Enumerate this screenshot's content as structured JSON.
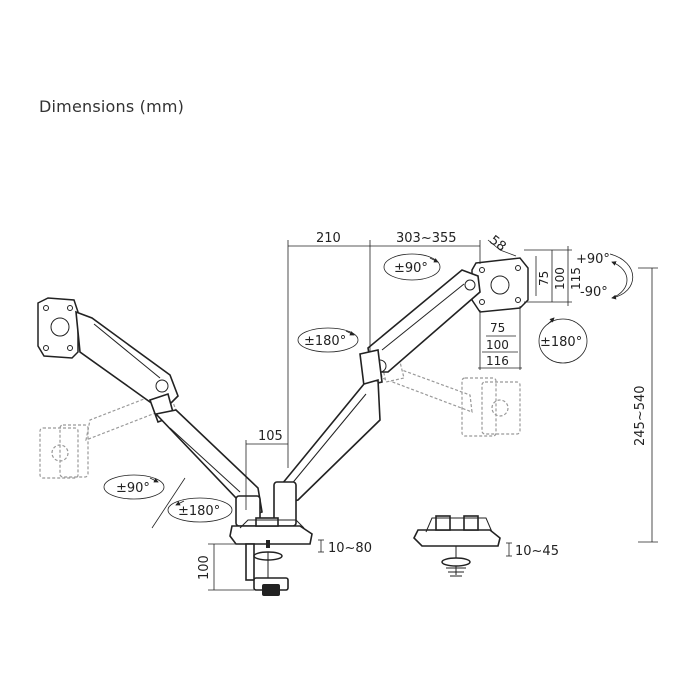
{
  "title": "Dimensions (mm)",
  "dims": {
    "d210": "210",
    "d303": "303~355",
    "d58": "58",
    "d75v": "75",
    "d100v": "100",
    "d115v": "115",
    "d75h": "75",
    "d100h": "100",
    "d116h": "116",
    "d105": "105",
    "d100clamp": "100",
    "d10_80": "10~80",
    "d10_45": "10~45",
    "d245_540": "245~540"
  },
  "rotations": {
    "tilt_up": "+90°",
    "tilt_down": "-90°",
    "rot_180_right": "±180°",
    "rot_90_top": "±90°",
    "rot_180_mid": "±180°",
    "rot_90_left": "±90°",
    "rot_180_left": "±180°"
  }
}
